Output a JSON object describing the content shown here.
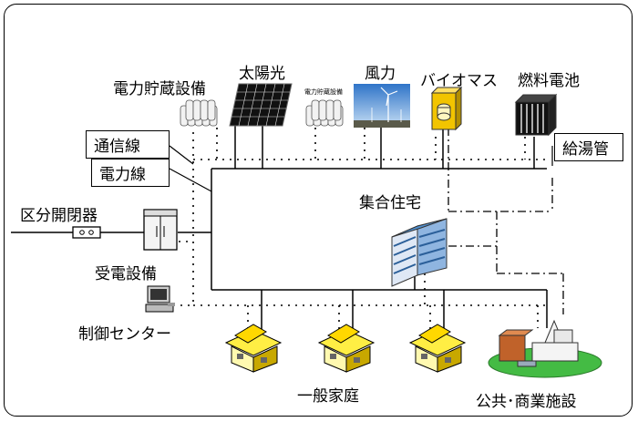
{
  "labels": {
    "storage": "電力貯蔵設備",
    "solar": "太陽光",
    "wind": "風力",
    "biomass": "バイオマス",
    "fuelcell": "燃料電池",
    "comm_line": "通信線",
    "power_line": "電力線",
    "hot_water_pipe": "給湯管",
    "switch": "区分開閉器",
    "apartment": "集合住宅",
    "substation": "受電設備",
    "control_center": "制御センター",
    "homes": "一般家庭",
    "commercial": "公共･商業施設",
    "storage_small": "電力貯蔵設備"
  },
  "legend_line_types": {
    "power": "solid",
    "communication": "dotted",
    "hot_water": "dash-dot"
  },
  "colors": {
    "line": "#000000",
    "house_roof": "#ffee44",
    "house_shadow": "#c8a800",
    "building_blue": "#4f8fd0",
    "ground_green": "#44bb44",
    "biomass_yellow": "#f2c400"
  }
}
